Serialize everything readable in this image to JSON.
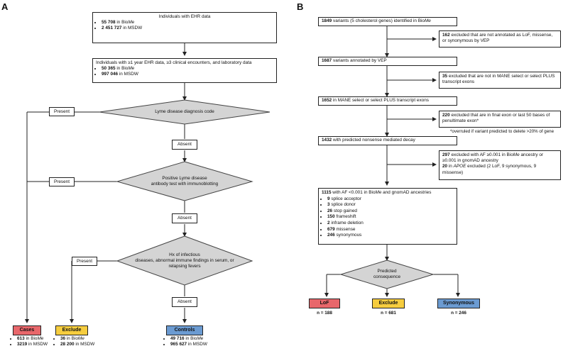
{
  "panelA": {
    "label": "A",
    "box1": {
      "title": "Individuals with EHR data",
      "items": [
        {
          "num": "55 708",
          "text": " in Bio",
          "ital": "Me",
          "rest": ""
        },
        {
          "num": "2 451 727",
          "text": " in MSDW",
          "ital": "",
          "rest": ""
        }
      ]
    },
    "box2": {
      "title": "Individuals with ≥1 year EHR data, ≥3 clinical encounters, and laboratory data",
      "items": [
        {
          "num": "50 365",
          "text": " in Bio",
          "ital": "Me"
        },
        {
          "num": "997 046",
          "text": " in MSDW",
          "ital": ""
        }
      ]
    },
    "decision1": "Lyme disease diagnosis code",
    "decision2_l1": "Positive Lyme disease",
    "decision2_l2": "antibody test with immunoblotting",
    "decision3_l1": "Hx of infectious",
    "decision3_l2": "diseases, abnormal immune findings in serum, or",
    "decision3_l3": "relapsing fevers",
    "present": "Present",
    "absent": "Absent",
    "cases": {
      "label": "Cases",
      "items": [
        {
          "num": "613",
          "text": " in Bio",
          "ital": "Me"
        },
        {
          "num": "3219",
          "text": " in MSDW",
          "ital": ""
        }
      ],
      "color": "#e8676b"
    },
    "exclude": {
      "label": "Exclude",
      "items": [
        {
          "num": "36",
          "text": " in Bio",
          "ital": "Me"
        },
        {
          "num": "28 200",
          "text": " in MSDW",
          "ital": ""
        }
      ],
      "color": "#f6cd3f"
    },
    "controls": {
      "label": "Controls",
      "items": [
        {
          "num": "49 716",
          "text": " in Bio",
          "ital": "Me"
        },
        {
          "num": "965 627",
          "text": " in MSDW",
          "ital": ""
        }
      ],
      "color": "#6b9bd2"
    }
  },
  "panelB": {
    "label": "B",
    "b1": {
      "num": "1849",
      "text": " variants (5 cholesterol genes) identified in Bio",
      "ital": "Me"
    },
    "e1": {
      "num": "162",
      "text": " excluded that are not annotated as LoF, missense, or synonymous by VEP"
    },
    "b2": {
      "num": "1687",
      "text": " variants annotated by VEP"
    },
    "e2": {
      "num": "35",
      "text": " excluded that are not in MANE select or select PLUS transcript exons"
    },
    "b3": {
      "num": "1652",
      "text": " in MANE select or select PLUS transcript exons"
    },
    "e3": {
      "num": "220",
      "text": " excluded that are in final exon or last 50 bases of penultimate exon*"
    },
    "note": "*overruled if variant predicted to delete >20% of gene",
    "b4": {
      "num": "1432",
      "text": " with predicted nonsense mediated decay"
    },
    "e4a": {
      "num": "297",
      "text1": " excluded with AF ≥0.001 in Bio",
      "ital": "Me",
      "text2": " ancestry or ≥0.001 in gnomAD ancestry"
    },
    "e4b": {
      "num": "20",
      "text1": " in ",
      "ital": "APOE",
      "text2": " excluded (2 LoF, 9 synonymous, 9 missense)"
    },
    "b5": {
      "num": "1115",
      "text1": " with AF <0.001 in Bio",
      "ital": "Me",
      "text2": " and gnomAD ancestries",
      "items": [
        {
          "num": "9",
          "text": " splice acceptor"
        },
        {
          "num": "3",
          "text": " splice donor"
        },
        {
          "num": "26",
          "text": " stop gained"
        },
        {
          "num": "150",
          "text": " frameshift"
        },
        {
          "num": "2",
          "text": " inframe deletion"
        },
        {
          "num": "679",
          "text": " missense"
        },
        {
          "num": "246",
          "text": " synonymous"
        }
      ]
    },
    "decision_l1": "Predicted",
    "decision_l2": "consequence",
    "lof": {
      "label": "LoF",
      "n": "n = 188",
      "color": "#e8676b"
    },
    "exclude": {
      "label": "Exclude",
      "n": "n = 681",
      "color": "#f6cd3f"
    },
    "syn": {
      "label": "Synonymous",
      "n": "n = 246",
      "color": "#6b9bd2"
    }
  },
  "colors": {
    "diamond": "#d4d4d4"
  }
}
